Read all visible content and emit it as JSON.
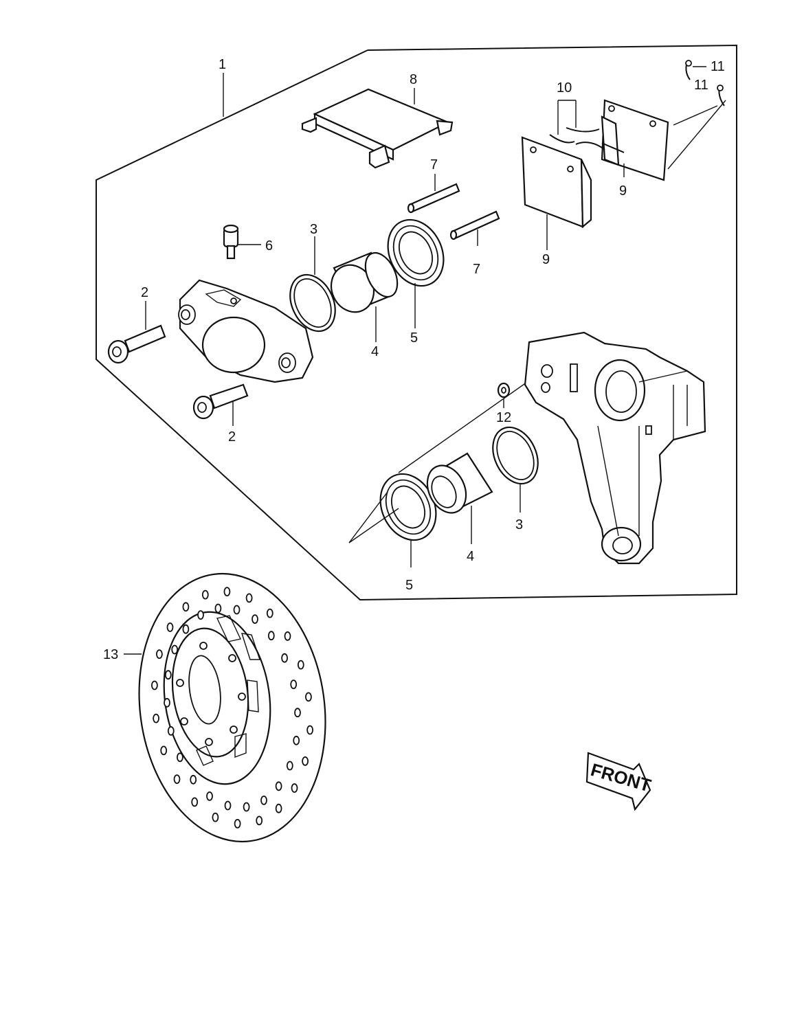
{
  "callouts": {
    "c1": "1",
    "c2a": "2",
    "c2b": "2",
    "c3a": "3",
    "c3b": "3",
    "c4a": "4",
    "c4b": "4",
    "c5a": "5",
    "c5b": "5",
    "c6": "6",
    "c7a": "7",
    "c7b": "7",
    "c8": "8",
    "c9a": "9",
    "c9b": "9",
    "c10": "10",
    "c11a": "11",
    "c11b": "11",
    "c12": "12",
    "c13": "13"
  },
  "front_arrow": {
    "label": "FRONT"
  },
  "colors": {
    "ink": "#111111",
    "paper": "#ffffff"
  }
}
